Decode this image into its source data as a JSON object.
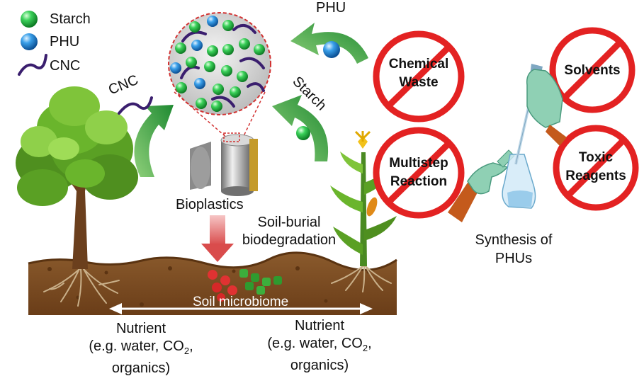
{
  "legend": {
    "items": [
      {
        "label": "Starch",
        "color": "#22b14c"
      },
      {
        "label": "PHU",
        "color": "#2b8fd6"
      },
      {
        "label": "CNC",
        "color": "#3a1e6e"
      }
    ]
  },
  "labels": {
    "phu_arrow": "PHU",
    "cnc_arrow": "CNC",
    "starch_arrow": "Starch",
    "bioplastics": "Bioplastics",
    "biodegradation_line1": "Soil-burial",
    "biodegradation_line2": "biodegradation",
    "soil_microbiome": "Soil microbiome",
    "synthesis_line1": "Synthesis of",
    "synthesis_line2": "PHUs"
  },
  "nutrient_left": {
    "line1": "Nutrient",
    "line2_pre": "(e.g. water, CO",
    "line2_sub": "2",
    "line2_post": ",",
    "line3": "organics)"
  },
  "nutrient_right": {
    "line1": "Nutrient",
    "line2_pre": "(e.g. water, CO",
    "line2_sub": "2",
    "line2_post": ",",
    "line3": "organics)"
  },
  "prohibited": {
    "chemical_waste": [
      "Chemical",
      "Waste"
    ],
    "solvents": [
      "Solvents"
    ],
    "multistep_reaction": [
      "Multistep",
      "Reaction"
    ],
    "toxic_reagents": [
      "Toxic",
      "Reagents"
    ]
  },
  "colors": {
    "no_sign_red": "#e32222",
    "arrow_green": "#2e9a3a",
    "soil_brown": "#7a4a22",
    "biodegradation_arrow": "#e57373"
  }
}
